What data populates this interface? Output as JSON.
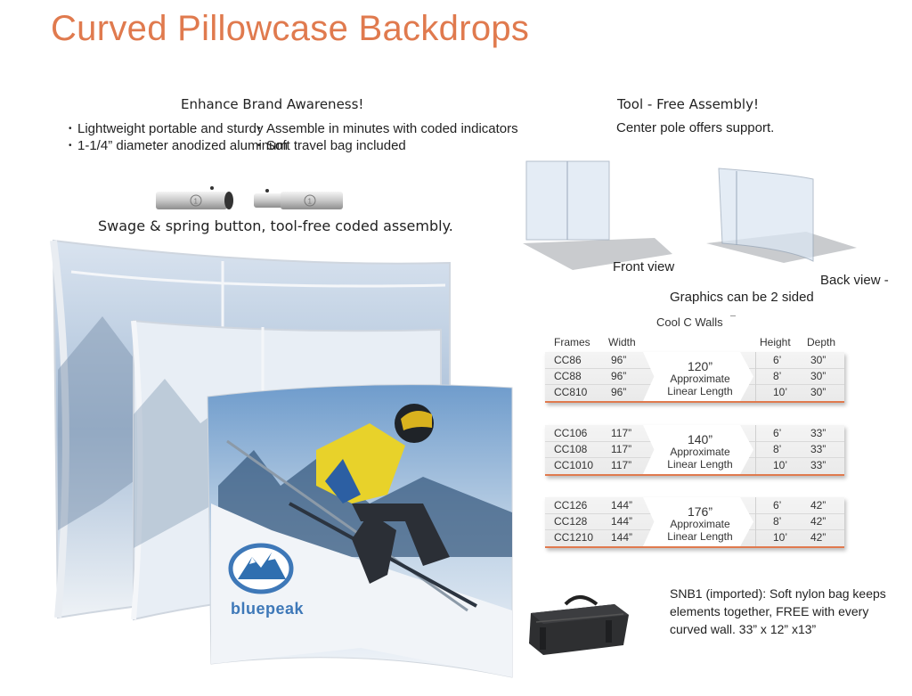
{
  "title": "Curved Pillowcase Backdrops",
  "left_heading": "Enhance Brand Awareness!",
  "left_bullets": [
    "Lightweight portable and sturdy",
    "1-1/4” diameter anodized aluminum"
  ],
  "mid_bullets": [
    "Assemble in minutes with coded indicators",
    "Soft travel bag included"
  ],
  "right_heading": "Tool - Free Assembly!",
  "right_sub": "Center pole offers support.",
  "swage_caption": "Swage & spring button, tool-free coded assembly.",
  "front_view": "Front view",
  "back_view": "Back view -",
  "graphics_note": "Graphics can be 2 sided",
  "logo_text": "bluepeak",
  "table": {
    "title": "Cool C Walls",
    "headers": {
      "frames": "Frames",
      "width": "Width",
      "height": "Height",
      "depth": "Depth"
    },
    "groups": [
      {
        "length": "120”",
        "approx": "Approximate",
        "linear": "Linear Length",
        "rows": [
          [
            "CC86",
            "96”",
            "6’",
            "30”"
          ],
          [
            "CC88",
            "96”",
            "8’",
            "30”"
          ],
          [
            "CC810",
            "96”",
            "10’",
            "30”"
          ]
        ]
      },
      {
        "length": "140”",
        "approx": "Approximate",
        "linear": "Linear Length",
        "rows": [
          [
            "CC106",
            "117”",
            "6’",
            "33”"
          ],
          [
            "CC108",
            "117”",
            "8’",
            "33”"
          ],
          [
            "CC1010",
            "117”",
            "10’",
            "33”"
          ]
        ]
      },
      {
        "length": "176”",
        "approx": "Approximate",
        "linear": "Linear Length",
        "rows": [
          [
            "CC126",
            "144”",
            "6’",
            "42”"
          ],
          [
            "CC128",
            "144”",
            "8’",
            "42”"
          ],
          [
            "CC1210",
            "144”",
            "10’",
            "42”"
          ]
        ]
      }
    ]
  },
  "bag_text": [
    "SNB1 (imported): Soft nylon bag keeps",
    "elements together, FREE with every",
    "curved wall.  33” x 12” x13”"
  ],
  "colors": {
    "accent": "#e07a4e",
    "sky": "#6f9ccc",
    "jacket": "#e8d22a",
    "logo_blue": "#3e78b8"
  }
}
